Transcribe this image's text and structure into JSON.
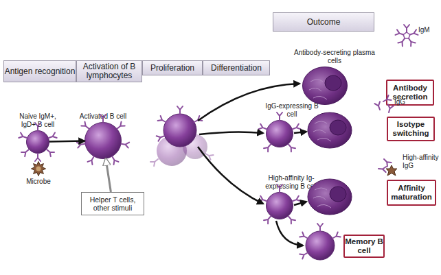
{
  "diagram": {
    "nodes": [
      {
        "text": [
          "Outcome"
        ]
      },
      {
        "text": [
          "Antigen recognition"
        ]
      },
      {
        "text": [
          "Activation of B lymphocytes"
        ]
      },
      {
        "text": [
          "Proliferation"
        ]
      },
      {
        "text": [
          "Differentiation"
        ]
      },
      {
        "text": [
          "Naive IgM+, IgD+ B cell"
        ]
      },
      {
        "text": [
          "Microbe"
        ]
      },
      {
        "text": [
          "Activated B cell"
        ]
      },
      {
        "text": [
          "Helper T cells, other stimuli"
        ]
      },
      {
        "text": [
          "Antibody-secreting plasma cells"
        ]
      },
      {
        "text": [
          "Antibody secretion"
        ]
      },
      {
        "text": [
          "IgG-expressing B cell"
        ]
      },
      {
        "text": [
          "Isotype switching"
        ]
      },
      {
        "text": [
          "High-affinity Ig-expressing B cell"
        ]
      },
      {
        "text": [
          "Affinity maturation"
        ]
      },
      {
        "text": [
          "Memory B cell"
        ]
      }
    ],
    "edges": [
      {
        "from": 5,
        "to": 7,
        "arrow": "to"
      },
      {
        "from": 8,
        "to": 7,
        "arrow": "to"
      }
    ],
    "labels": [
      "IgM",
      "IgG",
      "High-affinity IgG"
    ]
  }
}
